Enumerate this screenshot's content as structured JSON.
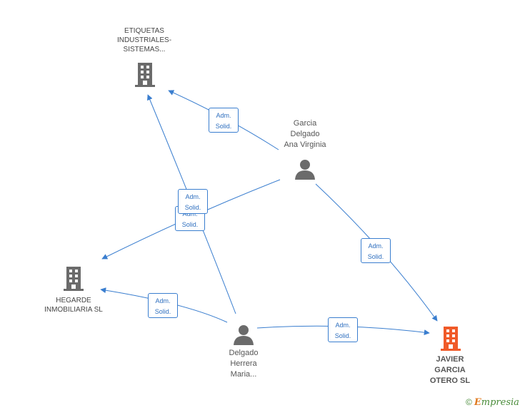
{
  "nodes": {
    "etiquetas": "ETIQUETAS\nINDUSTRIALES-\nSISTEMAS...",
    "garcia_delgado": "Garcia\nDelgado\nAna Virginia",
    "hegarde": "HEGARDE\nINMOBILIARIA SL",
    "delgado_herrera": "Delgado\nHerrera\nMaria...",
    "javier_garcia": "JAVIER\nGARCIA\nOTERO SL"
  },
  "edge_labels": {
    "e1": "Adm.\nSolid.",
    "e2": "Adm.\nSolid.",
    "e3": "Adm.\nSolid.",
    "e4": "Adm.\nSolid.",
    "e5": "Adm.\nSolid.",
    "e6": "Adm.\nSolid."
  },
  "colors": {
    "edge": "#3a7ecf",
    "company": "#6b6b6b",
    "focus_company": "#f05a28",
    "person": "#6b6b6b"
  },
  "icons": {
    "company": "building-icon",
    "person": "person-icon"
  },
  "footer": {
    "copyright": "©",
    "brand_initial": "E",
    "brand_rest": "mpresia"
  }
}
